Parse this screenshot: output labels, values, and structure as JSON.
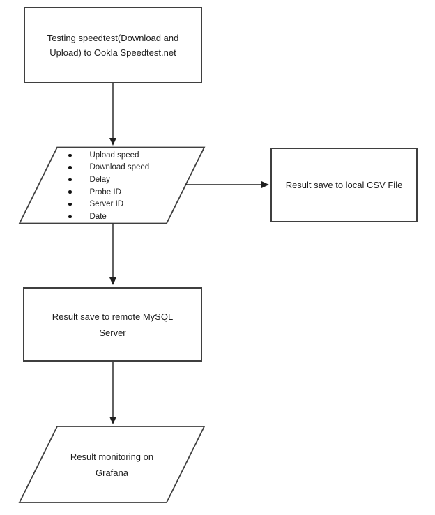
{
  "colors": {
    "stroke": "#3f3f3f",
    "connector": "#1f1f1f",
    "text": "#1c1c1c",
    "background": "#ffffff"
  },
  "flowchart": {
    "start_process": {
      "label": "Testing speedtest(Download and Upload) to Ookla Speedtest.net"
    },
    "data_output": {
      "items": [
        "Upload speed",
        "Download speed",
        "Delay",
        "Probe ID",
        "Server ID",
        "Date"
      ]
    },
    "csv_process": {
      "label": "Result save to local CSV File"
    },
    "mysql_process": {
      "label": "Result save to remote MySQL Server"
    },
    "grafana_output": {
      "label": "Result monitoring on Grafana"
    }
  }
}
